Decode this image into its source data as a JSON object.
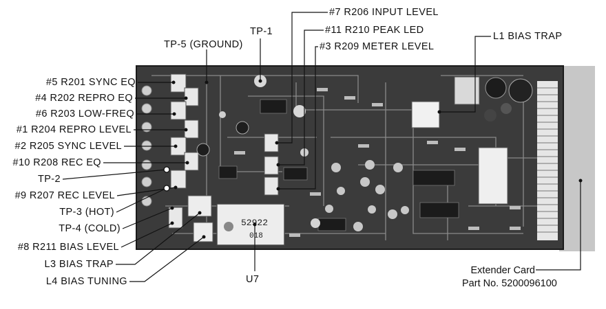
{
  "callouts": {
    "r201": "#5 R201 SYNC EQ",
    "r202": "#4 R202 REPRO EQ",
    "r203": "#6 R203 LOW-FREQ",
    "r204": "#1 R204 REPRO LEVEL",
    "r205": "#2 R205 SYNC LEVEL",
    "r208": "#10 R208 REC EQ",
    "tp2": "TP-2",
    "r207": "#9 R207 REC LEVEL",
    "tp3": "TP-3 (HOT)",
    "tp4": "TP-4 (COLD)",
    "r211": "#8 R211 BIAS LEVEL",
    "l3": "L3 BIAS TRAP",
    "l4": "L4 BIAS TUNING",
    "tp5": "TP-5 (GROUND)",
    "tp1": "TP-1",
    "r206": "#7 R206 INPUT LEVEL",
    "r210": "#11 R210 PEAK LED",
    "r209": "#3 R209 METER LEVEL",
    "l1": "L1 BIAS TRAP",
    "u7": "U7",
    "extender_line1": "Extender Card",
    "extender_line2": "Part No. 5200096100"
  },
  "board_markings": {
    "module_number": "52922",
    "module_code": "018"
  }
}
